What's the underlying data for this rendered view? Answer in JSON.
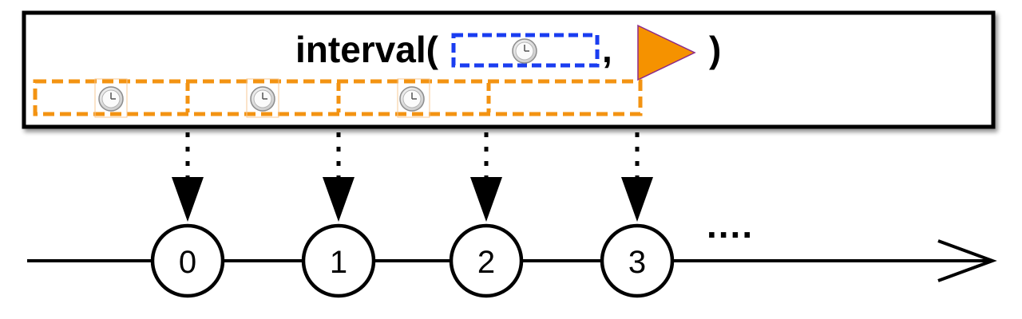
{
  "operator": {
    "name": "interval(",
    "comma": ",",
    "close_paren": ")"
  },
  "colors": {
    "box_border": "#000000",
    "period_dash": "#1a3df0",
    "timer_dash": "#f39312",
    "trigger_fill": "#f59200",
    "trigger_stroke": "#8b2a8b",
    "clock_face": "#e6e6e6"
  },
  "icons": {
    "period": "clock-icon",
    "timer": "clock-icon",
    "trigger": "play-triangle-icon",
    "timeline_end": "arrowhead-icon"
  },
  "emissions": [
    "0",
    "1",
    "2",
    "3"
  ],
  "continuation": "...."
}
